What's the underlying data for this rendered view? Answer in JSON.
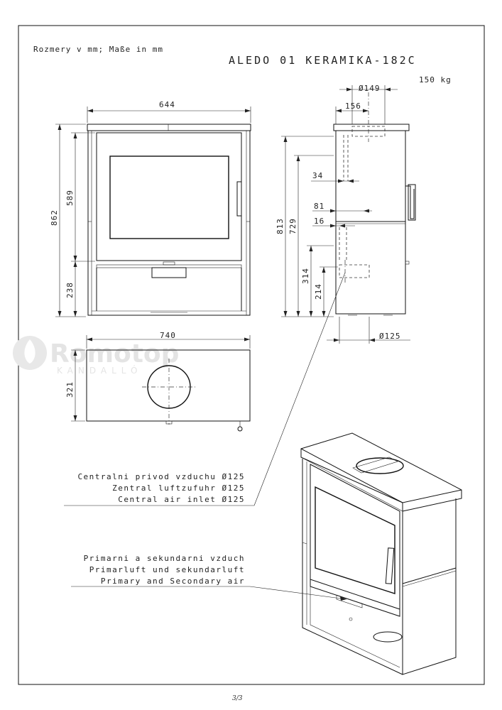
{
  "header": {
    "units_note": "Rozmery v mm; Maße in mm",
    "model_title": "ALEDO 01 KERAMIKA-182C",
    "weight": "150 kg"
  },
  "front_view": {
    "width": "644",
    "height_total": "862",
    "height_door": "589",
    "height_base": "238"
  },
  "side_view": {
    "flue_diameter": "Ø149",
    "flue_offset": "156",
    "height_flue_axis": "813",
    "height_joint": "729",
    "height_inlet_top": "314",
    "height_inlet_axis": "214",
    "offset_a": "34",
    "offset_b": "81",
    "offset_c": "16",
    "inlet_diameter": "Ø125"
  },
  "top_view": {
    "width": "740",
    "depth": "321"
  },
  "callouts": {
    "air_inlet": [
      "Centralni privod vzduchu Ø125",
      "Zentral luftzufuhr Ø125",
      "Central air inlet Ø125"
    ],
    "primary_air": [
      "Primarni a sekundarni vzduch",
      "Primarluft und sekundarluft",
      "Primary and Secondary air"
    ]
  },
  "watermark": {
    "brand": "Romotop",
    "sub": "KANDALLÓ"
  },
  "footer": {
    "page": "3/3"
  }
}
